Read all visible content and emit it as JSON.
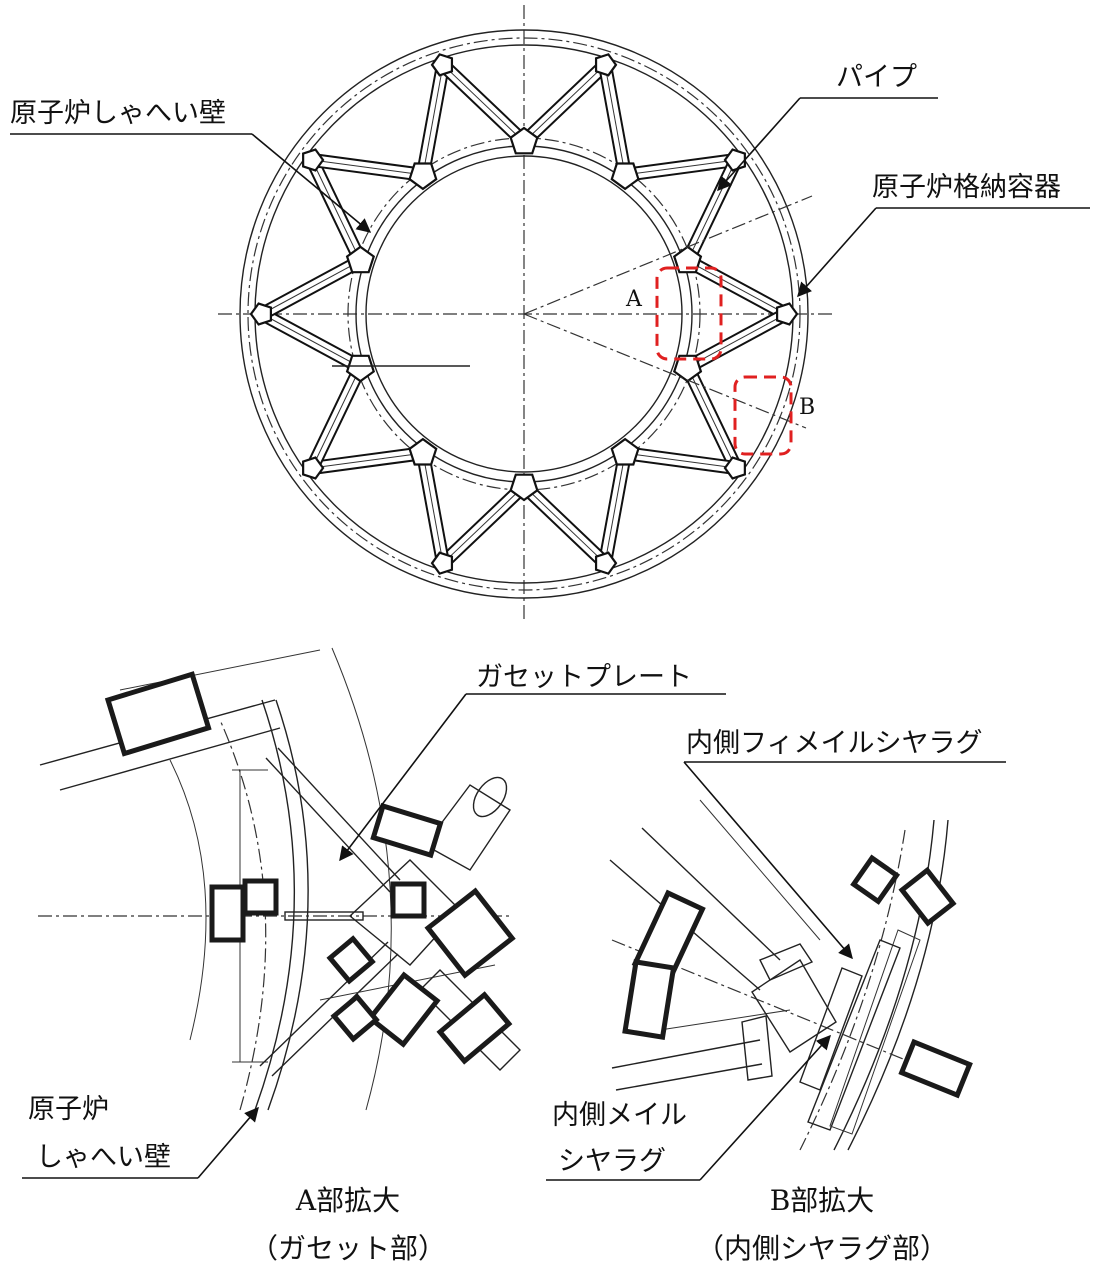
{
  "labels": {
    "reactor_shield_wall": "原子炉しゃへい壁",
    "pipe": "パイプ",
    "containment_vessel": "原子炉格納容器",
    "detail_a_mark": "A",
    "detail_b_mark": "B",
    "gusset_plate": "ガセットプレート",
    "inner_female_shear_lug": "内側フィメイルシヤラグ",
    "shield_wall_line1": "原子炉",
    "shield_wall_line2": "しゃへい壁",
    "inner_male_line1": "内側メイル",
    "inner_male_line2": "シヤラグ"
  },
  "captions": {
    "a_title": "A部拡大",
    "a_sub": "（ガセット部）",
    "b_title": "B部拡大",
    "b_sub": "（内側シヤラグ部）"
  },
  "colors": {
    "line": "#111111",
    "highlight": "#e02020",
    "background": "#ffffff"
  }
}
